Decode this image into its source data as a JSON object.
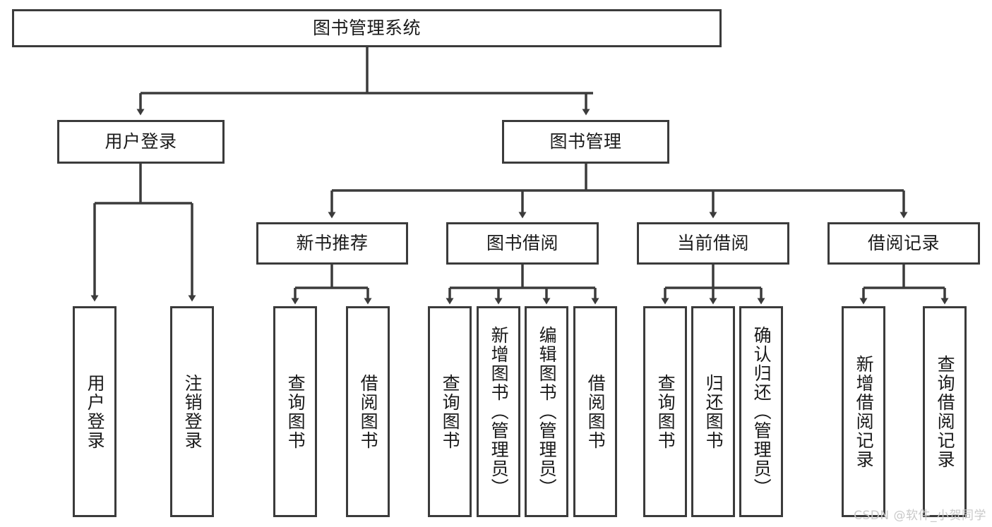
{
  "diagram": {
    "type": "tree-hierarchy",
    "title": "图书管理系统",
    "stroke_color": "#3b3b3b",
    "fill_color": "#ffffff",
    "text_color": "#1a1a1a",
    "watermark": "CSDN @软件_小贺同学",
    "root": {
      "label": "图书管理系统"
    },
    "level2": [
      {
        "label": "用户登录"
      },
      {
        "label": "图书管理"
      }
    ],
    "level3": [
      {
        "label": "新书推荐"
      },
      {
        "label": "图书借阅"
      },
      {
        "label": "当前借阅"
      },
      {
        "label": "借阅记录"
      }
    ],
    "leaves": {
      "user_login": [
        {
          "label": "用户登录"
        },
        {
          "label": "注销登录"
        }
      ],
      "new_book_recommend": [
        {
          "label": "查询图书"
        },
        {
          "label": "借阅图书"
        }
      ],
      "book_borrow": [
        {
          "label": "查询图书"
        },
        {
          "label": "新增图书（管理员）"
        },
        {
          "label": "编辑图书（管理员）"
        },
        {
          "label": "借阅图书"
        }
      ],
      "current_borrow": [
        {
          "label": "查询图书"
        },
        {
          "label": "归还图书"
        },
        {
          "label": "确认归还（管理员）"
        }
      ],
      "borrow_records": [
        {
          "label": "新增借阅记录"
        },
        {
          "label": "查询借阅记录"
        }
      ]
    }
  }
}
